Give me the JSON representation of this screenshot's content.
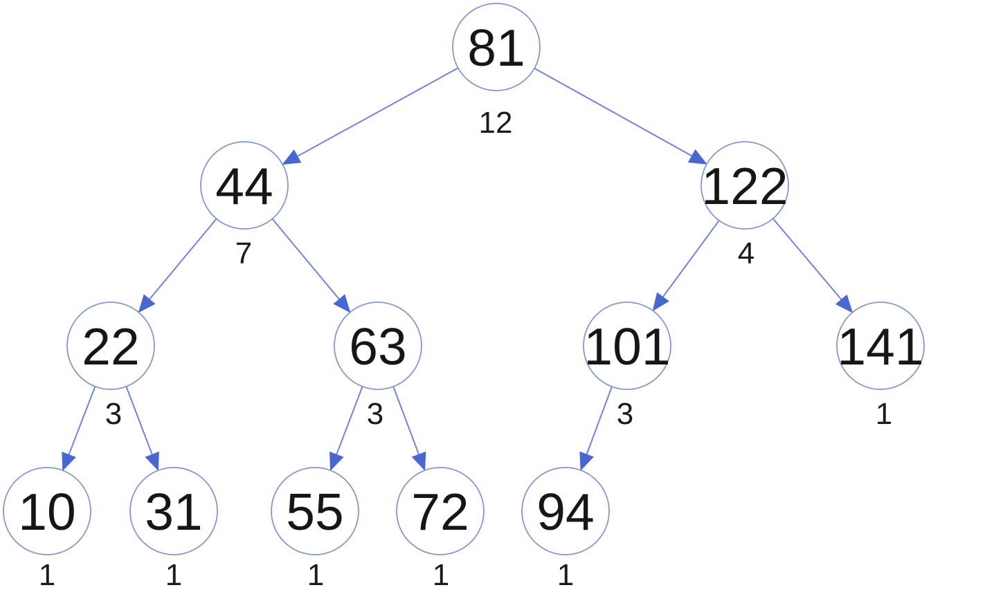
{
  "tree": {
    "description": "binary tree diagram with subtree size labels under each node",
    "colors": {
      "node_stroke": "#8398cc",
      "edge_stroke": "#7282d8",
      "arrowhead": "#4a67d1",
      "text": "#161616",
      "background": "#ffffff"
    },
    "nodes": [
      {
        "value": "81",
        "size_label": "12"
      },
      {
        "value": "44",
        "size_label": "7"
      },
      {
        "value": "122",
        "size_label": "4"
      },
      {
        "value": "22",
        "size_label": "3"
      },
      {
        "value": "63",
        "size_label": "3"
      },
      {
        "value": "101",
        "size_label": "3"
      },
      {
        "value": "141",
        "size_label": "1"
      },
      {
        "value": "10",
        "size_label": "1"
      },
      {
        "value": "31",
        "size_label": "1"
      },
      {
        "value": "55",
        "size_label": "1"
      },
      {
        "value": "72",
        "size_label": "1"
      },
      {
        "value": "94",
        "size_label": "1"
      }
    ],
    "edges": [
      {
        "from": "81",
        "to": "44"
      },
      {
        "from": "81",
        "to": "122"
      },
      {
        "from": "44",
        "to": "22"
      },
      {
        "from": "44",
        "to": "63"
      },
      {
        "from": "122",
        "to": "101"
      },
      {
        "from": "122",
        "to": "141"
      },
      {
        "from": "22",
        "to": "10"
      },
      {
        "from": "22",
        "to": "31"
      },
      {
        "from": "63",
        "to": "55"
      },
      {
        "from": "63",
        "to": "72"
      },
      {
        "from": "101",
        "to": "94"
      }
    ]
  }
}
